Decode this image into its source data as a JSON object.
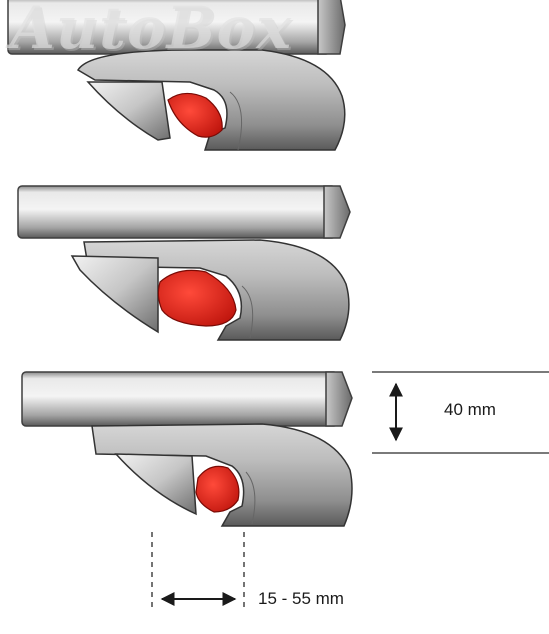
{
  "watermark": {
    "text": "AutoBox"
  },
  "dimensions": {
    "height_label": "40 mm",
    "width_label": "15 - 55 mm"
  },
  "colors": {
    "metal_dark": "#5e5e5e",
    "metal_mid": "#a9a9a9",
    "metal_light": "#ececec",
    "pad_red": "#e2231a",
    "line": "#2a2a2a"
  }
}
